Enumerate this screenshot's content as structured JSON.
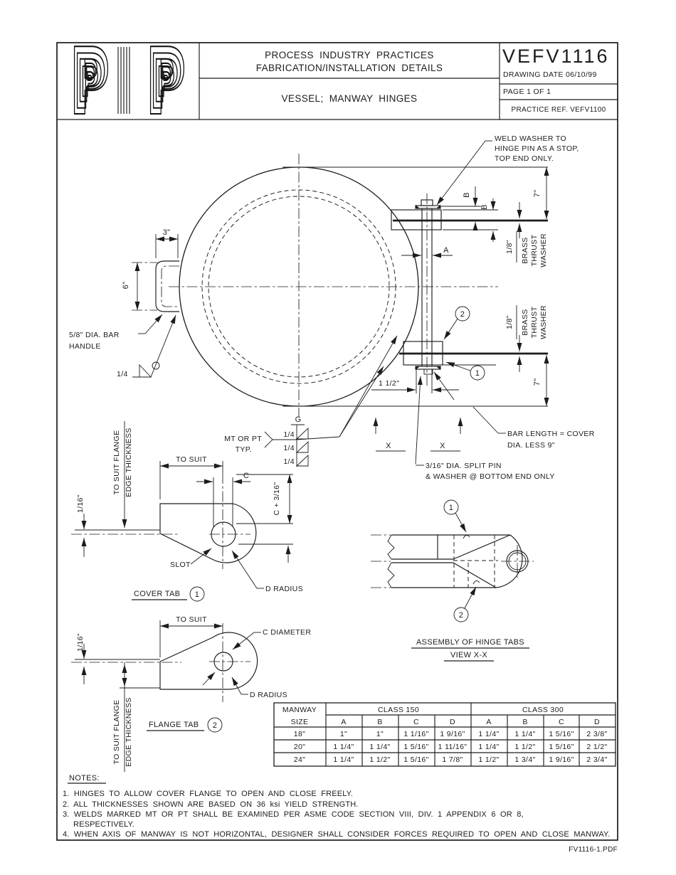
{
  "title_block": {
    "logo_letter": "P",
    "org_line1": "PROCESS INDUSTRY PRACTICES",
    "org_line2": "FABRICATION/INSTALLATION DETAILS",
    "drawing_title": "VESSEL;  MANWAY HINGES",
    "doc_number": "VEFV1116",
    "drawing_date": "DRAWING DATE 06/10/99",
    "page_info": "PAGE   1   OF   1",
    "practice_ref": "PRACTICE REF. VEFV1100"
  },
  "main_view": {
    "weld_washer_note_l1": "WELD WASHER TO",
    "weld_washer_note_l2": "HINGE PIN AS A STOP,",
    "weld_washer_note_l3": "TOP END ONLY.",
    "dim_3in": "3\"",
    "dim_6in": "6\"",
    "handle_label_l1": "5/8\" DIA. BAR",
    "handle_label_l2": "HANDLE",
    "fillet_size": "1/4",
    "dim_a": "A",
    "dim_b": "B",
    "dim_7in": "7\"",
    "dim_eighth": "1/8\"",
    "brass_l1": "BRASS",
    "brass_l2": "THRUST",
    "brass_l3": "WASHER",
    "balloon_1": "1",
    "balloon_2": "2",
    "dim_1half": "1 1/2\"",
    "section_label": "X",
    "bar_length_l1": "BAR LENGTH = COVER",
    "bar_length_l2": "DIA. LESS 9\"",
    "split_pin_l1": "3/16\" DIA. SPLIT PIN",
    "split_pin_l2": "& WASHER @ BOTTOM END ONLY",
    "weld_exam_l1": "MT OR PT",
    "weld_exam_l2": "TYP.",
    "weld_g": "G"
  },
  "cover_tab": {
    "flange_thk_l1": "TO SUIT FLANGE",
    "flange_thk_l2": "EDGE THICKNESS",
    "to_suit": "TO SUIT",
    "dim_c": "C",
    "dim_c_316": "C + 3/16\"",
    "dim_116": "1/16\"",
    "slot_label": "SLOT",
    "d_radius": "D RADIUS",
    "title": "COVER TAB",
    "balloon": "1"
  },
  "flange_tab": {
    "to_suit": "TO SUIT",
    "dim_116": "1/16\"",
    "c_diameter": "C DIAMETER",
    "d_radius": "D RADIUS",
    "flange_thk_l1": "TO SUIT FLANGE",
    "flange_thk_l2": "EDGE THICKNESS",
    "title": "FLANGE TAB",
    "balloon": "2"
  },
  "assembly_view": {
    "balloon_1": "1",
    "balloon_2": "2",
    "title": "ASSEMBLY OF HINGE TABS",
    "subtitle": "VIEW X-X"
  },
  "table": {
    "row_header_l1": "MANWAY",
    "row_header_l2": "SIZE",
    "group1": "CLASS 150",
    "group2": "CLASS 300",
    "cols": [
      "A",
      "B",
      "C",
      "D"
    ],
    "rows": [
      {
        "size": "18\"",
        "vals": [
          "1\"",
          "1\"",
          "1 1/16\"",
          "1 9/16\"",
          "1 1/4\"",
          "1 1/4\"",
          "1 5/16\"",
          "2 3/8\""
        ]
      },
      {
        "size": "20\"",
        "vals": [
          "1 1/4\"",
          "1 1/4\"",
          "1 5/16\"",
          "1 11/16\"",
          "1 1/4\"",
          "1 1/2\"",
          "1 5/16\"",
          "2 1/2\""
        ]
      },
      {
        "size": "24\"",
        "vals": [
          "1 1/4\"",
          "1 1/2\"",
          "1 5/16\"",
          "1 7/8\"",
          "1 1/2\"",
          "1 3/4\"",
          "1 9/16\"",
          "2 3/4\""
        ]
      }
    ]
  },
  "notes": {
    "heading": "NOTES:",
    "n1": "1. HINGES TO ALLOW COVER FLANGE TO OPEN AND CLOSE FREELY.",
    "n2": "2. ALL THICKNESSES SHOWN ARE BASED ON 36 ksi YIELD STRENGTH.",
    "n3": "3. WELDS MARKED MT OR PT SHALL BE EXAMINED PER ASME CODE SECTION VIII, DIV. 1 APPENDIX 6 OR 8,",
    "n3b": "RESPECTIVELY.",
    "n4": "4. WHEN AXIS OF MANWAY IS NOT HORIZONTAL, DESIGNER SHALL CONSIDER FORCES REQUIRED TO OPEN AND CLOSE MANWAY."
  },
  "footer": "FV1116-1.PDF",
  "colors": {
    "ink": "#1c1c1c",
    "paper": "#ffffff"
  }
}
